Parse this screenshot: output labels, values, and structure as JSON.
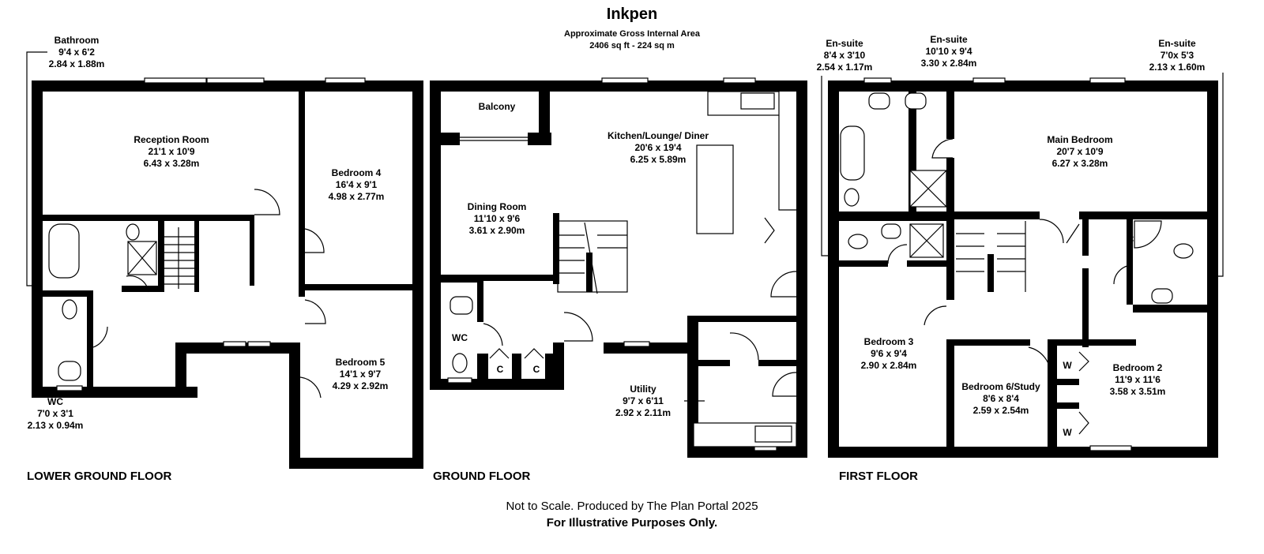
{
  "header": {
    "title": "Inkpen",
    "area_label": "Approximate Gross Internal Area",
    "area_value": "2406 sq ft - 224 sq m"
  },
  "floors": {
    "lower": "LOWER GROUND FLOOR",
    "ground": "GROUND FLOOR",
    "first": "FIRST FLOOR"
  },
  "rooms": {
    "bathroom": {
      "name": "Bathroom",
      "imperial": "9'4 x 6'2",
      "metric": "2.84 x 1.88m"
    },
    "reception": {
      "name": "Reception Room",
      "imperial": "21'1 x 10'9",
      "metric": "6.43 x 3.28m"
    },
    "bed4": {
      "name": "Bedroom 4",
      "imperial": "16'4 x 9'1",
      "metric": "4.98 x 2.77m"
    },
    "bed5": {
      "name": "Bedroom 5",
      "imperial": "14'1 x 9'7",
      "metric": "4.29 x 2.92m"
    },
    "wc_lower": {
      "name": "WC",
      "imperial": "7'0 x 3'1",
      "metric": "2.13 x 0.94m"
    },
    "balcony": {
      "name": "Balcony"
    },
    "kitchen": {
      "name": "Kitchen/Lounge/ Diner",
      "imperial": "20'6 x 19'4",
      "metric": "6.25 x 5.89m"
    },
    "dining": {
      "name": "Dining Room",
      "imperial": "11'10 x 9'6",
      "metric": "3.61 x 2.90m"
    },
    "wc_ground": {
      "name": "WC"
    },
    "cupboard": {
      "name": "C"
    },
    "utility": {
      "name": "Utility",
      "imperial": "9'7 x 6'11",
      "metric": "2.92 x 2.11m"
    },
    "ensuite1": {
      "name": "En-suite",
      "imperial": "8'4 x 3'10",
      "metric": "2.54 x 1.17m"
    },
    "ensuite2": {
      "name": "En-suite",
      "imperial": "10'10 x 9'4",
      "metric": "3.30 x 2.84m"
    },
    "ensuite3": {
      "name": "En-suite",
      "imperial": "7'0x 5'3",
      "metric": "2.13 x 1.60m"
    },
    "main_bed": {
      "name": "Main Bedroom",
      "imperial": "20'7 x 10'9",
      "metric": "6.27 x 3.28m"
    },
    "bed3": {
      "name": "Bedroom 3",
      "imperial": "9'6 x 9'4",
      "metric": "2.90 x 2.84m"
    },
    "bed6": {
      "name": "Bedroom 6/Study",
      "imperial": "8'6 x 8'4",
      "metric": "2.59 x 2.54m"
    },
    "bed2": {
      "name": "Bedroom 2",
      "imperial": "11'9 x 11'6",
      "metric": "3.58 x 3.51m"
    },
    "wardrobe": {
      "name": "W"
    }
  },
  "footer": {
    "line1": "Not to Scale. Produced by The Plan Portal 2025",
    "line2": "For Illustrative Purposes Only."
  }
}
